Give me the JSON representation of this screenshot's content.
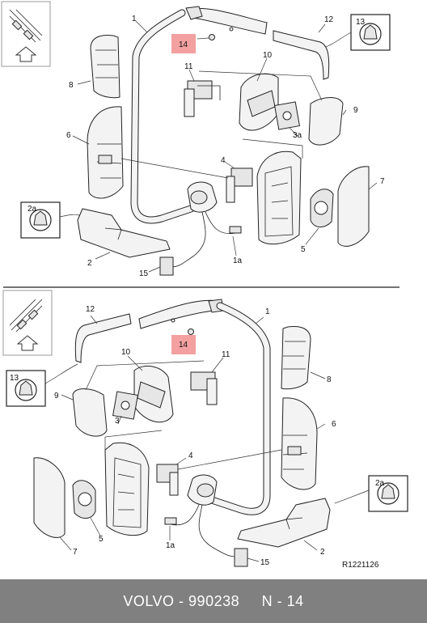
{
  "diagram": {
    "top_view": {
      "labels": {
        "p1": "1",
        "p12": "12",
        "p13": "13",
        "p14": "14",
        "p10": "10",
        "p11": "11",
        "p8": "8",
        "p9": "9",
        "p6": "6",
        "p3a": "3a",
        "p4": "4",
        "p7": "7",
        "p2a": "2a",
        "p2": "2",
        "p5": "5",
        "p1a": "1a",
        "p15": "15"
      }
    },
    "bottom_view": {
      "labels": {
        "p12": "12",
        "p1": "1",
        "p10": "10",
        "p14": "14",
        "p11": "11",
        "p13": "13",
        "p8": "8",
        "p9": "9",
        "p3": "3",
        "p6": "6",
        "p4": "4",
        "p2a": "2a",
        "p7": "7",
        "p5": "5",
        "p1a": "1a",
        "p2": "2",
        "p15": "15"
      },
      "reference_code": "R1221126"
    },
    "highlight_color": "#f2a0a0"
  },
  "footer": {
    "text": "VOLVO - 990238     N - 14",
    "background": "#808080"
  }
}
